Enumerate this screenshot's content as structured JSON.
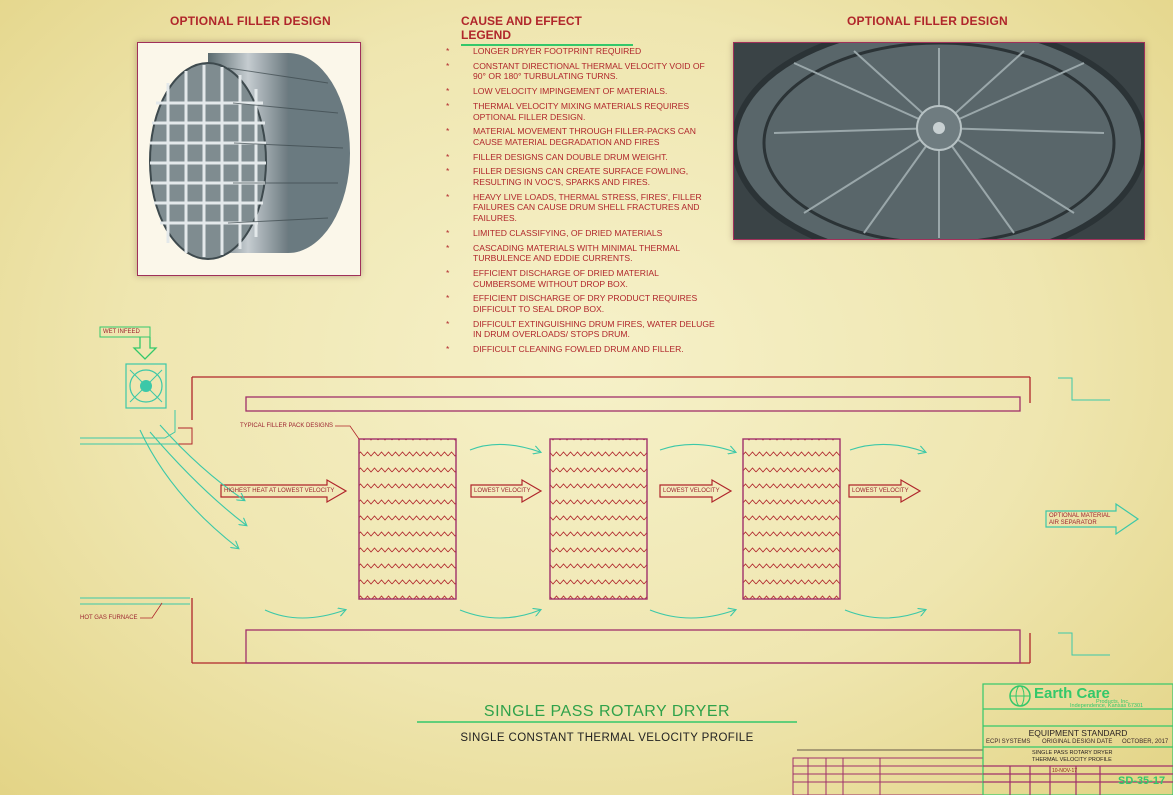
{
  "photos": {
    "left_title": "OPTIONAL FILLER DESIGN",
    "right_title": "OPTIONAL FILLER DESIGN"
  },
  "legend": {
    "title": "CAUSE AND EFFECT LEGEND",
    "items": [
      "LONGER DRYER FOOTPRINT REQUIRED",
      "CONSTANT DIRECTIONAL THERMAL VELOCITY VOID OF 90° OR 180° TURBULATING TURNS.",
      "LOW VELOCITY IMPINGEMENT OF MATERIALS.",
      "THERMAL VELOCITY MIXING MATERIALS REQUIRES OPTIONAL FILLER DESIGN.",
      "MATERIAL MOVEMENT THROUGH FILLER-PACKS CAN CAUSE MATERIAL DEGRADATION AND FIRES",
      "FILLER DESIGNS CAN DOUBLE DRUM WEIGHT.",
      "FILLER DESIGNS CAN CREATE SURFACE FOWLING, RESULTING IN VOC'S, SPARKS AND FIRES.",
      "HEAVY LIVE LOADS, THERMAL STRESS, FIRES', FILLER FAILURES CAN CAUSE DRUM SHELL FRACTURES AND FAILURES.",
      "LIMITED CLASSIFYING, OF DRIED MATERIALS",
      "CASCADING MATERIALS WITH MINIMAL THERMAL TURBULENCE AND EDDIE CURRENTS.",
      "EFFICIENT DISCHARGE OF DRIED MATERIAL CUMBERSOME WITHOUT DROP BOX.",
      "EFFICIENT DISCHARGE OF DRY PRODUCT REQUIRES DIFFICULT TO SEAL DROP BOX.",
      "DIFFICULT EXTINGUISHING DRUM FIRES, WATER DELUGE IN DRUM OVERLOADS/ STOPS DRUM.",
      "DIFFICULT CLEANING FOWLED DRUM AND FILLER."
    ]
  },
  "diagram": {
    "wet_infeed": "WET INFEED",
    "filler_pack_label": "TYPICAL FILLER PACK DESIGNS",
    "arrow_highest": "HIGHEST HEAT AT LOWEST VELOCITY",
    "arrow_lowest_1": "LOWEST VELOCITY",
    "arrow_lowest_2": "LOWEST VELOCITY",
    "arrow_lowest_3": "LOWEST VELOCITY",
    "air_separator_1": "OPTIONAL MATERIAL",
    "air_separator_2": "AIR SEPARATOR",
    "hot_gas": "HOT GAS FURNACE"
  },
  "titles": {
    "main": "SINGLE PASS ROTARY DRYER",
    "sub": "SINGLE CONSTANT THERMAL VELOCITY PROFILE"
  },
  "title_block": {
    "company": "Earth Care",
    "company_sub": "Products, Inc.",
    "location": "Independence, Kansas 67301",
    "standard": "EQUIPMENT STANDARD",
    "system": "ECPI SYSTEMS",
    "design_date_label": "ORIGINAL DESIGN DATE",
    "design_date": "OCTOBER, 2017",
    "drawing_title_1": "SINGLE PASS ROTARY DRYER",
    "drawing_title_2": "THERMAL VELOCITY PROFILE",
    "date_cell": "10-NOV-17",
    "drawing_number": "SD-35-17"
  },
  "colors": {
    "red_line": "#b0262b",
    "magenta_line": "#a0306a",
    "green": "#34c86a",
    "teal": "#3cc8a8",
    "background": "#efe6b0"
  }
}
